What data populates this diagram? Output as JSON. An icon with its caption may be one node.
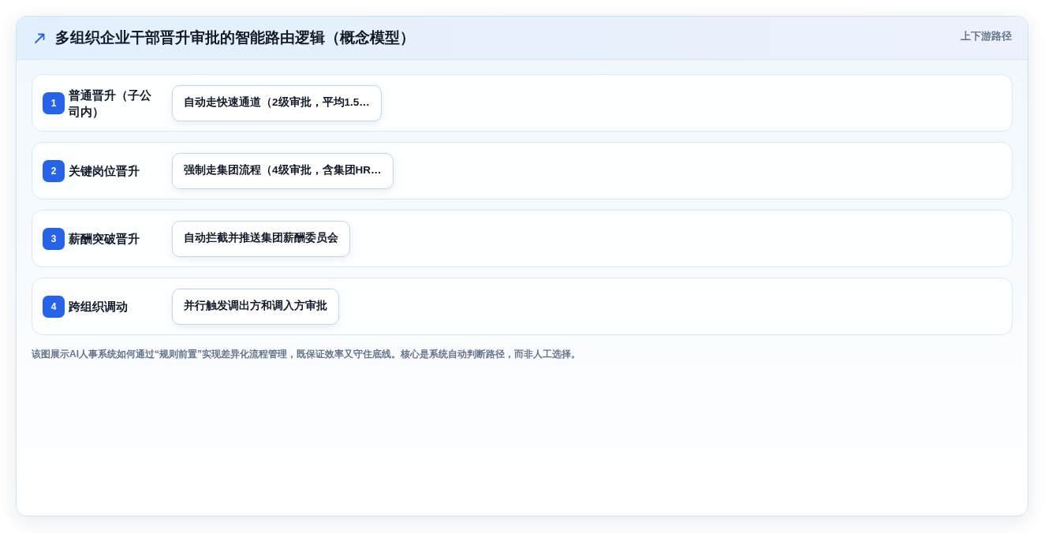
{
  "diagram": {
    "title": "多组织企业干部晋升审批的智能路由逻辑（概念模型）",
    "nodes": [
      {
        "text": [
          "普通晋升（子公司内）"
        ]
      },
      {
        "text": [
          "1"
        ],
        "in": 0
      },
      {
        "text": [
          "自动走快速通道（2级审批，平均1.5…"
        ],
        "in": 0
      },
      {
        "text": [
          "关键岗位晋升"
        ]
      },
      {
        "text": [
          "2"
        ],
        "in": 3
      },
      {
        "text": [
          "强制走集团流程（4级审批，含集团HR…"
        ],
        "in": 3
      },
      {
        "text": [
          "薪酬突破晋升"
        ]
      },
      {
        "text": [
          "3"
        ],
        "in": 6
      },
      {
        "text": [
          "自动拦截并推送集团薪酬委员会"
        ],
        "in": 6
      },
      {
        "text": [
          "跨组织调动"
        ]
      },
      {
        "text": [
          "4"
        ],
        "in": 9
      },
      {
        "text": [
          "并行触发调出方和调入方审批"
        ],
        "in": 9
      }
    ],
    "labels": [
      "上下游路径"
    ],
    "caption": "该图展示AI人事系统如何通过“规则前置”实现差异化流程管理，既保证效率又守住底线。核心是系统自动判断路径，而非人工选择。"
  }
}
